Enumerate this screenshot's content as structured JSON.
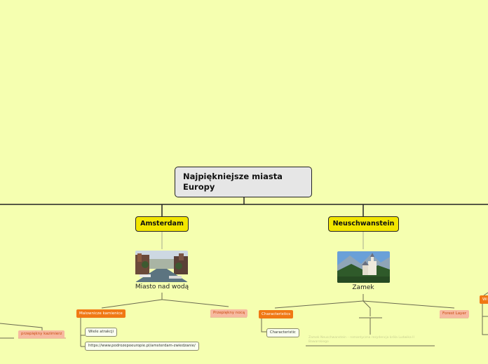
{
  "root": {
    "title": "Najpiękniejsze miasta Europy"
  },
  "topics": {
    "amsterdam": {
      "label": "Amsterdam",
      "caption": "Miasto nad wodą",
      "subtopics": {
        "malownicze": "Malownicze kamienice",
        "przepiekny_noca": "Przepiękny nocą",
        "wiele_atrakcji": "Wiele atrakcji",
        "url": "https://www.podrozepoeuropie.pl/amsterdam-zwiedzanie/"
      }
    },
    "neuschwanstein": {
      "label": "Neuschwanstein",
      "caption": "Zamek",
      "subtopics": {
        "characteristics": "Characteristics",
        "characteristic": "Characteristic",
        "forest_layer": "Forest Layer",
        "faint_note": "Zamek Neuschwanstein – romantyczna rezydencja króla Ludwika II Bawarskiego"
      }
    }
  },
  "left_branch": {
    "label": "przepiękny kazimierz"
  },
  "right_branch": {
    "label": "Wi"
  },
  "colors": {
    "background": "#f5ffb0",
    "topic_fill": "#f2e600",
    "root_fill": "#e6e6e6",
    "orange": "#f07814",
    "pink": "#f7b9a0"
  }
}
